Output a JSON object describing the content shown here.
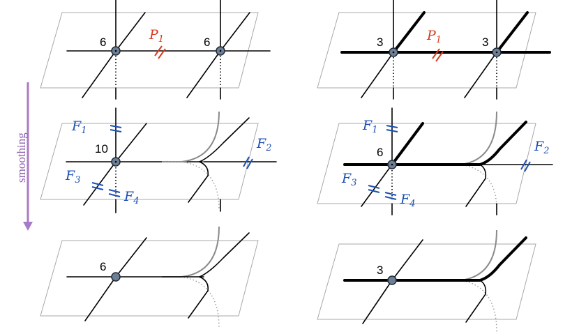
{
  "side_label": "smoothing",
  "colors": {
    "red": "#d63a1c",
    "blue": "#1d4fb2",
    "purple": "#a87bc7",
    "vertex": "#6d7f95"
  },
  "left": {
    "top": {
      "mult_a": "6",
      "mult_b": "6",
      "label": "P",
      "label_sub": "1"
    },
    "middle": {
      "mult": "10",
      "f1": "F",
      "f1_sub": "1",
      "f2": "F",
      "f2_sub": "2",
      "f3": "F",
      "f3_sub": "3",
      "f4": "F",
      "f4_sub": "4"
    },
    "bottom": {
      "mult": "6"
    }
  },
  "right": {
    "top": {
      "mult_a": "3",
      "mult_b": "3",
      "label": "P",
      "label_sub": "1"
    },
    "middle": {
      "mult": "6",
      "f1": "F",
      "f1_sub": "1",
      "f2": "F",
      "f2_sub": "2",
      "f3": "F",
      "f3_sub": "3",
      "f4": "F",
      "f4_sub": "4"
    },
    "bottom": {
      "mult": "3"
    }
  }
}
